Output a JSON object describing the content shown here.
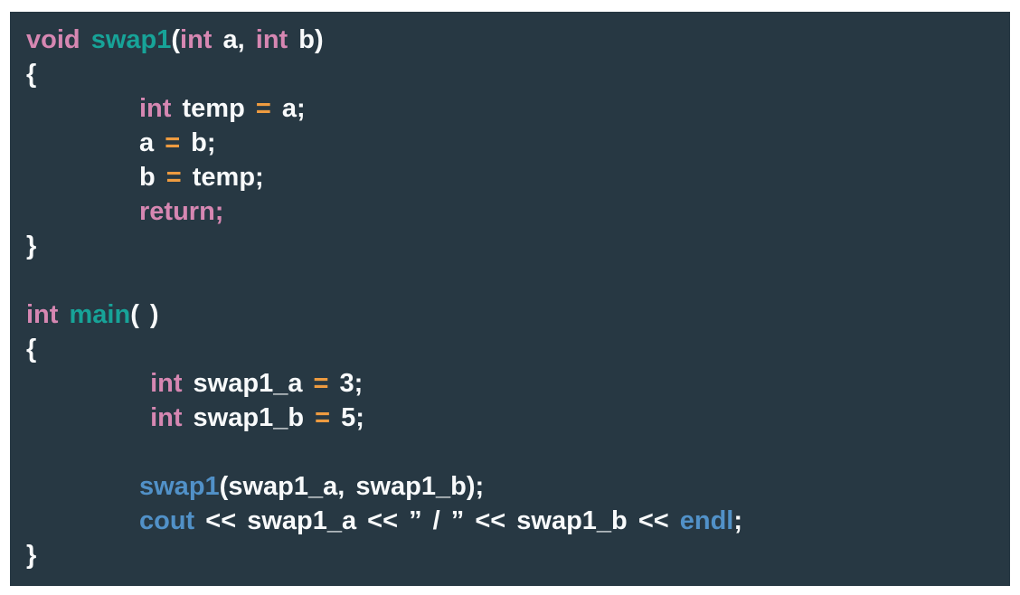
{
  "colors": {
    "page_background": "#ffffff",
    "panel_background": "#273843",
    "text": "#f8fafb",
    "keyword": "#d687b2",
    "function_definition": "#17a398",
    "function_call": "#5191c8",
    "operator": "#ee9b40"
  },
  "code": {
    "language": "cpp",
    "lines": [
      {
        "indent": 0,
        "tokens": [
          {
            "c": "kw",
            "t": "void"
          },
          {
            "c": "pl",
            "t": " "
          },
          {
            "c": "fn",
            "t": "swap1"
          },
          {
            "c": "pl",
            "t": "("
          },
          {
            "c": "kw",
            "t": "int"
          },
          {
            "c": "pl",
            "t": " a, "
          },
          {
            "c": "kw",
            "t": "int"
          },
          {
            "c": "pl",
            "t": " b)"
          }
        ]
      },
      {
        "indent": 0,
        "tokens": [
          {
            "c": "pl",
            "t": "{"
          }
        ]
      },
      {
        "indent": 1,
        "tokens": [
          {
            "c": "kw",
            "t": "int"
          },
          {
            "c": "pl",
            "t": " temp "
          },
          {
            "c": "op",
            "t": "="
          },
          {
            "c": "pl",
            "t": " a;"
          }
        ]
      },
      {
        "indent": 1,
        "tokens": [
          {
            "c": "pl",
            "t": "a "
          },
          {
            "c": "op",
            "t": "="
          },
          {
            "c": "pl",
            "t": " b;"
          }
        ]
      },
      {
        "indent": 1,
        "tokens": [
          {
            "c": "pl",
            "t": "b "
          },
          {
            "c": "op",
            "t": "="
          },
          {
            "c": "pl",
            "t": " temp;"
          }
        ]
      },
      {
        "indent": 1,
        "tokens": [
          {
            "c": "kw",
            "t": "return;"
          }
        ]
      },
      {
        "indent": 0,
        "tokens": [
          {
            "c": "pl",
            "t": "}"
          }
        ]
      },
      {
        "indent": 0,
        "tokens": []
      },
      {
        "indent": 0,
        "tokens": [
          {
            "c": "kw",
            "t": "int"
          },
          {
            "c": "pl",
            "t": " "
          },
          {
            "c": "fn",
            "t": "main"
          },
          {
            "c": "pl",
            "t": "( )"
          }
        ]
      },
      {
        "indent": 0,
        "tokens": [
          {
            "c": "pl",
            "t": "{"
          }
        ]
      },
      {
        "indent": 1,
        "tokens": [
          {
            "c": "pl",
            "t": " "
          },
          {
            "c": "kw",
            "t": "int"
          },
          {
            "c": "pl",
            "t": " swap1_a "
          },
          {
            "c": "op",
            "t": "="
          },
          {
            "c": "pl",
            "t": " 3;"
          }
        ]
      },
      {
        "indent": 1,
        "tokens": [
          {
            "c": "pl",
            "t": " "
          },
          {
            "c": "kw",
            "t": "int"
          },
          {
            "c": "pl",
            "t": " swap1_b "
          },
          {
            "c": "op",
            "t": "="
          },
          {
            "c": "pl",
            "t": " 5;"
          }
        ]
      },
      {
        "indent": 0,
        "tokens": []
      },
      {
        "indent": 1,
        "tokens": [
          {
            "c": "call",
            "t": "swap1"
          },
          {
            "c": "pl",
            "t": "(swap1_a, swap1_b);"
          }
        ]
      },
      {
        "indent": 1,
        "tokens": [
          {
            "c": "call",
            "t": "cout"
          },
          {
            "c": "pl",
            "t": " << swap1_a << ” / ” << swap1_b << "
          },
          {
            "c": "call",
            "t": "endl"
          },
          {
            "c": "pl",
            "t": ";"
          }
        ]
      },
      {
        "indent": 0,
        "tokens": [
          {
            "c": "pl",
            "t": "}"
          }
        ]
      }
    ]
  }
}
